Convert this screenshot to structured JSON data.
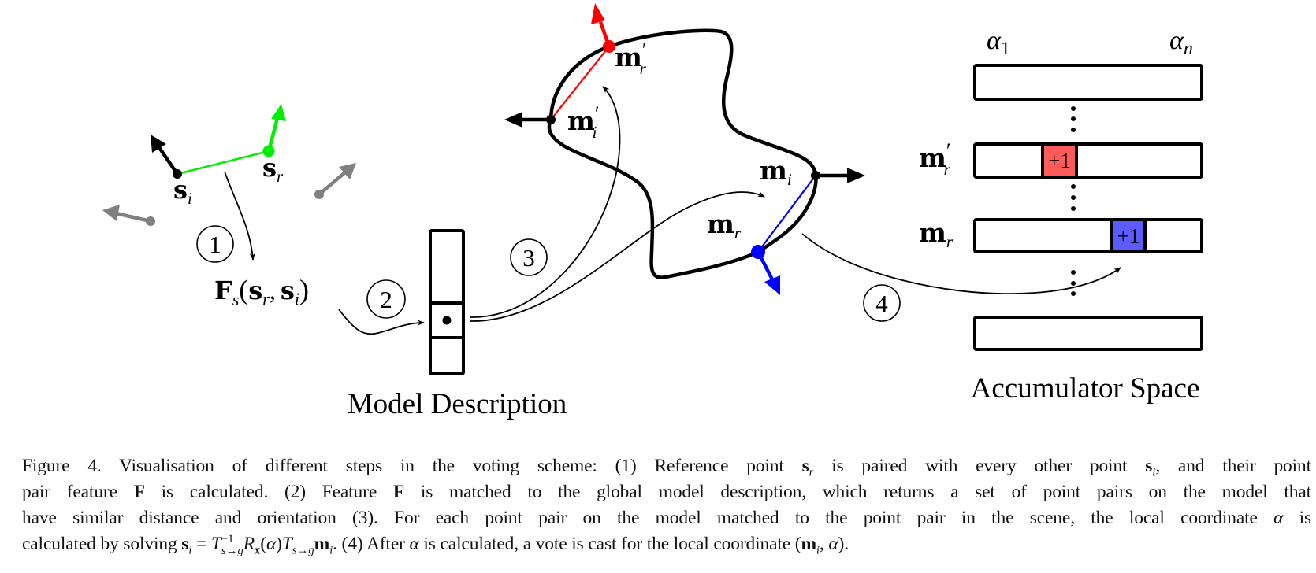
{
  "figure": {
    "scene": {
      "point_labels": {
        "si": "s",
        "si_sub": "i",
        "sr": "s",
        "sr_sub": "r"
      },
      "colors": {
        "reference": "#00ee00",
        "other": "#000000",
        "background_points": "#808080"
      }
    },
    "steps": [
      "1",
      "2",
      "3",
      "4"
    ],
    "feature_label": {
      "F": "F",
      "F_sub": "s",
      "open": "(",
      "arg1": "s",
      "arg1_sub": "r",
      "comma": ",",
      "arg2": "s",
      "arg2_sub": "i",
      "close": ")"
    },
    "model_description": {
      "title": "Model Description",
      "cells": 3,
      "selected_cell": 2
    },
    "model": {
      "labels": {
        "mr_prime": {
          "base": "m",
          "prime": "′",
          "sub": "r"
        },
        "mi_prime": {
          "base": "m",
          "prime": "′",
          "sub": "i"
        },
        "mi": {
          "base": "m",
          "sub": "i"
        },
        "mr": {
          "base": "m",
          "sub": "r"
        }
      },
      "colors": {
        "pair_prime": "#ff0000",
        "pair": "#0000ff"
      }
    },
    "accumulator": {
      "title": "Accumulator Space",
      "alpha_first": {
        "base": "α",
        "sub": "1"
      },
      "alpha_last": {
        "base": "α",
        "sub": "n"
      },
      "rows": [
        {
          "label": "",
          "vote": null
        },
        {
          "label_base": "m",
          "label_prime": "′",
          "label_sub": "r",
          "vote": "+1",
          "vote_color": "#ff5b5b"
        },
        {
          "label_base": "m",
          "label_prime": "",
          "label_sub": "r",
          "vote": "+1",
          "vote_color": "#5b5bff"
        },
        {
          "label": "",
          "vote": null
        }
      ],
      "ellipsis": "⋮"
    }
  },
  "caption": {
    "lines": [
      [
        "Figure 4. Visualisation of different steps in the voting scheme: (1) Reference point ",
        {
          "b": "s"
        },
        {
          "sub_i": "r"
        },
        " is paired with every other point ",
        {
          "b": "s"
        },
        {
          "sub_i": "i"
        },
        ", and their point"
      ],
      [
        "pair feature ",
        {
          "b": "F"
        },
        " is calculated. (2) Feature ",
        {
          "b": "F"
        },
        " is matched to the global model description, which returns a set of point pairs on the model that"
      ],
      [
        "have similar distance and orientation (3). For each point pair on the model matched to the point pair in the scene, the local coordinate ",
        {
          "i": "α"
        },
        " is"
      ],
      [
        "calculated by solving ",
        {
          "b": "s"
        },
        {
          "sub_i": "i"
        },
        " = ",
        {
          "i": "T"
        },
        {
          "supsub": [
            "−1",
            "s→g"
          ]
        },
        {
          "i": "R"
        },
        {
          "sub_b": "x"
        },
        "(",
        {
          "i": "α"
        },
        ")",
        {
          "i": "T"
        },
        {
          "sub_i": "s→g"
        },
        {
          "b": "m"
        },
        {
          "sub_i": "i"
        },
        ". (4) After ",
        {
          "i": "α"
        },
        " is calculated, a vote is cast for the local coordinate (",
        {
          "b": "m"
        },
        {
          "sub_i": "i"
        },
        ", ",
        {
          "i": "α"
        },
        ")."
      ]
    ]
  }
}
